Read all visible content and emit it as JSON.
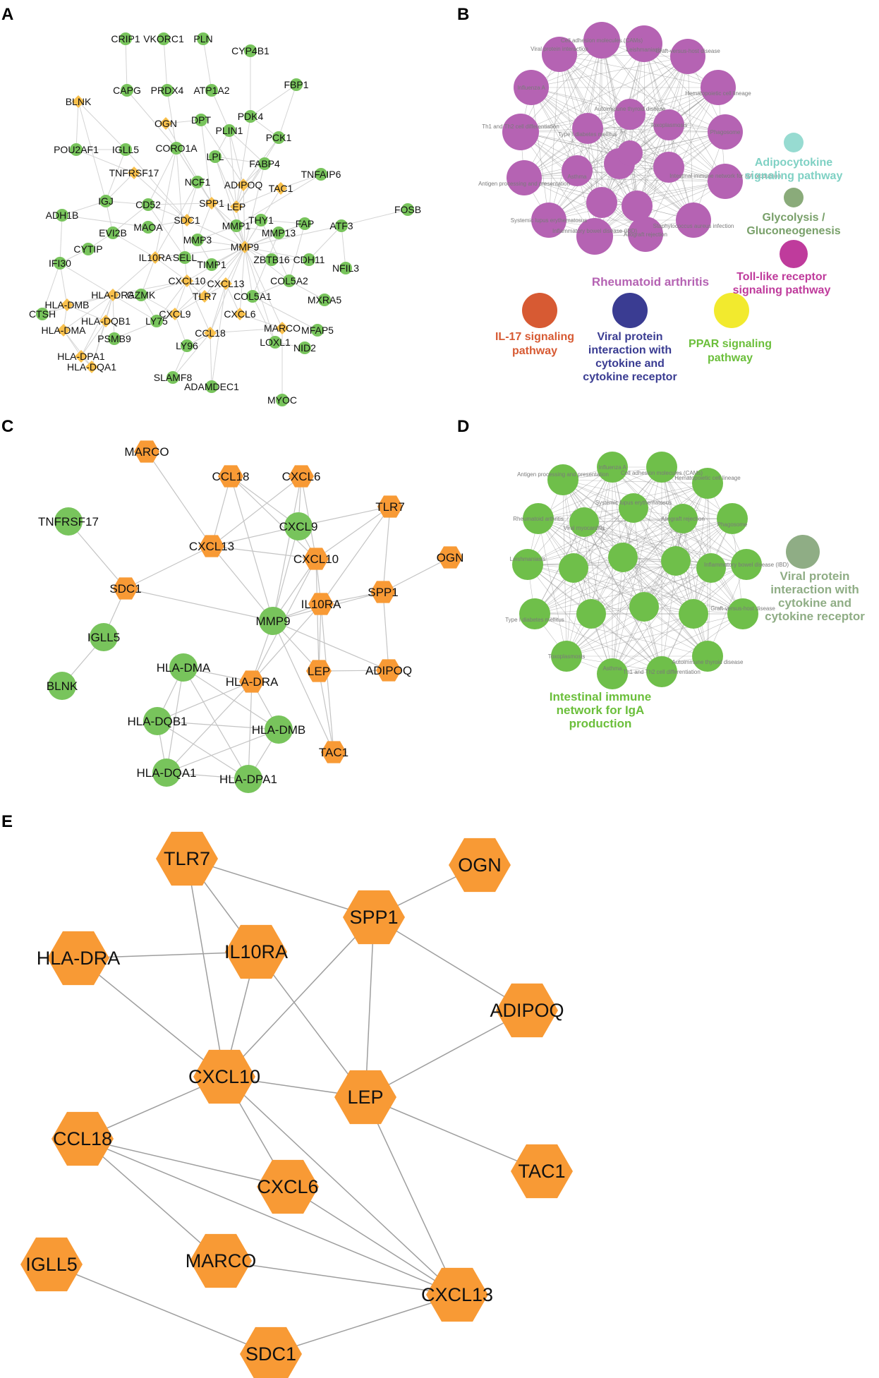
{
  "colors": {
    "hub": "#f89a35",
    "green": "#78c45c",
    "yellow_node": "#f8c04c",
    "edge": "#bdbdbd",
    "purple": "#b563b3",
    "cyan": "#97dbd1",
    "sage": "#8aab7a",
    "magenta": "#bf3b9c",
    "red": "#d75a33",
    "navy": "#3a3c92",
    "yellow": "#f2ea2e",
    "kegg_green": "#6fbf4a",
    "sage2": "#8fad85"
  },
  "panels": {
    "A": {
      "letter": "A",
      "nodes": [
        {
          "id": "CRIP1",
          "shape": "circle"
        },
        {
          "id": "VKORC1",
          "shape": "circle"
        },
        {
          "id": "PLN",
          "shape": "circle"
        },
        {
          "id": "CYP4B1",
          "shape": "circle"
        },
        {
          "id": "CAPG",
          "shape": "circle"
        },
        {
          "id": "PRDX4",
          "shape": "circle"
        },
        {
          "id": "ATP1A2",
          "shape": "circle"
        },
        {
          "id": "FBP1",
          "shape": "circle"
        },
        {
          "id": "BLNK",
          "shape": "diamond"
        },
        {
          "id": "OGN",
          "shape": "diamond"
        },
        {
          "id": "DPT",
          "shape": "circle"
        },
        {
          "id": "PDK4",
          "shape": "circle"
        },
        {
          "id": "PLIN1",
          "shape": "circle"
        },
        {
          "id": "PCK1",
          "shape": "circle"
        },
        {
          "id": "POU2AF1",
          "shape": "circle"
        },
        {
          "id": "IGLL5",
          "shape": "circle"
        },
        {
          "id": "CORO1A",
          "shape": "circle"
        },
        {
          "id": "LPL",
          "shape": "circle"
        },
        {
          "id": "FABP4",
          "shape": "circle"
        },
        {
          "id": "TNFRSF17",
          "shape": "diamond"
        },
        {
          "id": "TNFAIP6",
          "shape": "circle"
        },
        {
          "id": "NCF1",
          "shape": "circle"
        },
        {
          "id": "ADIPOQ",
          "shape": "diamond"
        },
        {
          "id": "TAC1",
          "shape": "diamond"
        },
        {
          "id": "IGJ",
          "shape": "circle"
        },
        {
          "id": "CD52",
          "shape": "circle"
        },
        {
          "id": "SPP1",
          "shape": "diamond"
        },
        {
          "id": "LEP",
          "shape": "diamond"
        },
        {
          "id": "FOSB",
          "shape": "circle"
        },
        {
          "id": "ADH1B",
          "shape": "circle"
        },
        {
          "id": "SDC1",
          "shape": "diamond"
        },
        {
          "id": "THY1",
          "shape": "circle"
        },
        {
          "id": "FAP",
          "shape": "circle"
        },
        {
          "id": "ATF3",
          "shape": "circle"
        },
        {
          "id": "MAOA",
          "shape": "circle"
        },
        {
          "id": "MMP1",
          "shape": "circle"
        },
        {
          "id": "MMP13",
          "shape": "circle"
        },
        {
          "id": "EVI2B",
          "shape": "circle"
        },
        {
          "id": "MMP3",
          "shape": "circle"
        },
        {
          "id": "MMP9",
          "shape": "diamond"
        },
        {
          "id": "CYTIP",
          "shape": "circle"
        },
        {
          "id": "IL10RA",
          "shape": "diamond"
        },
        {
          "id": "SELL",
          "shape": "circle"
        },
        {
          "id": "TIMP1",
          "shape": "circle"
        },
        {
          "id": "ZBTB16",
          "shape": "circle"
        },
        {
          "id": "CDH11",
          "shape": "circle"
        },
        {
          "id": "NFIL3",
          "shape": "circle"
        },
        {
          "id": "IFI30",
          "shape": "circle"
        },
        {
          "id": "COL5A2",
          "shape": "circle"
        },
        {
          "id": "CXCL10",
          "shape": "diamond"
        },
        {
          "id": "CXCL13",
          "shape": "diamond"
        },
        {
          "id": "COL5A1",
          "shape": "circle"
        },
        {
          "id": "HLA-DMB",
          "shape": "diamond"
        },
        {
          "id": "HLA-DRA",
          "shape": "diamond"
        },
        {
          "id": "GZMK",
          "shape": "circle"
        },
        {
          "id": "TLR7",
          "shape": "diamond"
        },
        {
          "id": "MXRA5",
          "shape": "circle"
        },
        {
          "id": "CTSH",
          "shape": "circle"
        },
        {
          "id": "HLA-DQB1",
          "shape": "diamond"
        },
        {
          "id": "CXCL9",
          "shape": "diamond"
        },
        {
          "id": "CXCL6",
          "shape": "diamond"
        },
        {
          "id": "HLA-DMA",
          "shape": "diamond"
        },
        {
          "id": "LY75",
          "shape": "circle"
        },
        {
          "id": "MARCO",
          "shape": "diamond"
        },
        {
          "id": "MFAP5",
          "shape": "circle"
        },
        {
          "id": "PSMB9",
          "shape": "circle"
        },
        {
          "id": "CCL18",
          "shape": "diamond"
        },
        {
          "id": "LOXL1",
          "shape": "circle"
        },
        {
          "id": "LY96",
          "shape": "circle"
        },
        {
          "id": "NID2",
          "shape": "circle"
        },
        {
          "id": "HLA-DPA1",
          "shape": "diamond"
        },
        {
          "id": "HLA-DQA1",
          "shape": "diamond"
        },
        {
          "id": "SLAMF8",
          "shape": "circle"
        },
        {
          "id": "ADAMDEC1",
          "shape": "circle"
        },
        {
          "id": "MYOC",
          "shape": "circle"
        }
      ]
    },
    "B": {
      "letter": "B",
      "inner_labels": [
        "Viral protein interaction",
        "Cell adhesion molecules (CAMs)",
        "Leishmaniasis",
        "Graft-versus-host disease",
        "Influenza A",
        "Hematopoietic cell lineage",
        "Th1 and Th2 cell differentiation",
        "Phagosome",
        "Antigen processing and presentation",
        "Intestinal immune network for IgA production",
        "Systemic lupus erythematosus",
        "Staphylococcus aureus infection",
        "Inflammatory bowel disease (IBD)",
        "Allograft rejection",
        "Type I diabetes mellitus",
        "Autoimmune thyroid disease",
        "Toxoplasmosis",
        "Asthma"
      ],
      "labels": {
        "ra": "Rheumatoid arthritis",
        "adipo": [
          "Adipocytokine",
          "signaling pathway"
        ],
        "glyco": [
          "Glycolysis /",
          "Gluconeogenesis"
        ],
        "tlr": [
          "Toll-like receptor",
          "signaling pathway"
        ],
        "il17": [
          "IL-17 signaling",
          "pathway"
        ],
        "viral": [
          "Viral protein",
          "interaction with",
          "cytokine and",
          "cytokine receptor"
        ],
        "ppar": [
          "PPAR signaling",
          "pathway"
        ]
      }
    },
    "C": {
      "letter": "C",
      "nodes": [
        {
          "id": "MARCO",
          "shape": "hexagon"
        },
        {
          "id": "CCL18",
          "shape": "hexagon"
        },
        {
          "id": "CXCL6",
          "shape": "hexagon"
        },
        {
          "id": "TLR7",
          "shape": "hexagon"
        },
        {
          "id": "TNFRSF17",
          "shape": "circle"
        },
        {
          "id": "CXCL9",
          "shape": "circle"
        },
        {
          "id": "CXCL13",
          "shape": "hexagon"
        },
        {
          "id": "CXCL10",
          "shape": "hexagon"
        },
        {
          "id": "OGN",
          "shape": "hexagon"
        },
        {
          "id": "SDC1",
          "shape": "hexagon"
        },
        {
          "id": "IL10RA",
          "shape": "hexagon"
        },
        {
          "id": "SPP1",
          "shape": "hexagon"
        },
        {
          "id": "MMP9",
          "shape": "circle"
        },
        {
          "id": "IGLL5",
          "shape": "circle"
        },
        {
          "id": "HLA-DMA",
          "shape": "circle"
        },
        {
          "id": "HLA-DRA",
          "shape": "hexagon"
        },
        {
          "id": "LEP",
          "shape": "hexagon"
        },
        {
          "id": "ADIPOQ",
          "shape": "hexagon"
        },
        {
          "id": "BLNK",
          "shape": "circle"
        },
        {
          "id": "HLA-DQB1",
          "shape": "circle"
        },
        {
          "id": "HLA-DMB",
          "shape": "circle"
        },
        {
          "id": "TAC1",
          "shape": "hexagon"
        },
        {
          "id": "HLA-DQA1",
          "shape": "circle"
        },
        {
          "id": "HLA-DPA1",
          "shape": "circle"
        }
      ]
    },
    "D": {
      "letter": "D",
      "inner_labels": [
        "Antigen processing and presentation",
        "Influenza A",
        "Cell adhesion molecules (CAMs)",
        "Hematopoietic cell lineage",
        "Rheumatoid arthritis",
        "Phagosome",
        "Leishmaniasis",
        "Inflammatory bowel disease (IBD)",
        "Type I diabetes mellitus",
        "Graft-versus-host disease",
        "Toxoplasmosis",
        "Autoimmune thyroid disease",
        "Asthma",
        "Th1 and Th2 cell differentiation",
        "Viral myocarditis",
        "Systemic lupus erythematosus",
        "Allograft rejection"
      ],
      "labels": {
        "viral": [
          "Viral protein",
          "interaction with",
          "cytokine and",
          "cytokine receptor"
        ],
        "intestinal": [
          "Intestinal immune",
          "network for IgA",
          "production"
        ]
      }
    },
    "E": {
      "letter": "E",
      "nodes": [
        {
          "id": "TLR7",
          "shape": "hexagon"
        },
        {
          "id": "OGN",
          "shape": "hexagon"
        },
        {
          "id": "SPP1",
          "shape": "hexagon"
        },
        {
          "id": "HLA-DRA",
          "shape": "hexagon"
        },
        {
          "id": "IL10RA",
          "shape": "hexagon"
        },
        {
          "id": "ADIPOQ",
          "shape": "hexagon"
        },
        {
          "id": "CXCL10",
          "shape": "hexagon"
        },
        {
          "id": "LEP",
          "shape": "hexagon"
        },
        {
          "id": "CCL18",
          "shape": "hexagon"
        },
        {
          "id": "CXCL6",
          "shape": "hexagon"
        },
        {
          "id": "TAC1",
          "shape": "hexagon"
        },
        {
          "id": "IGLL5",
          "shape": "hexagon"
        },
        {
          "id": "MARCO",
          "shape": "hexagon"
        },
        {
          "id": "CXCL13",
          "shape": "hexagon"
        },
        {
          "id": "SDC1",
          "shape": "hexagon"
        }
      ]
    }
  }
}
